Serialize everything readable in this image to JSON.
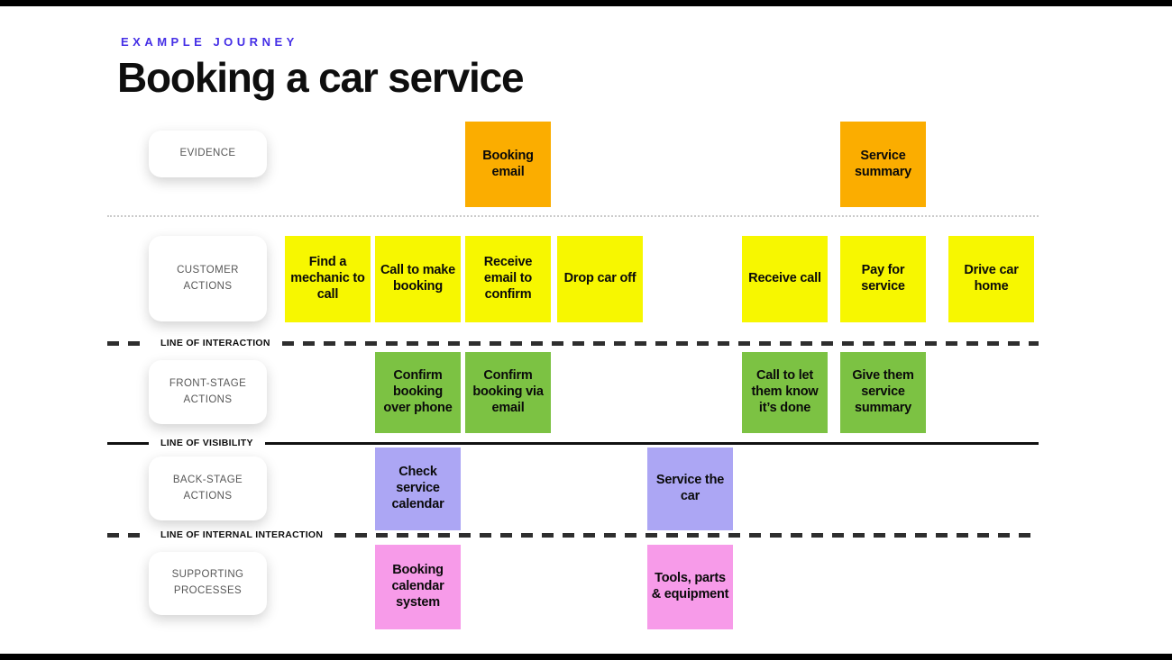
{
  "header": {
    "kicker": "EXAMPLE JOURNEY",
    "title": "Booking a car service"
  },
  "colors": {
    "kicker": "#452FE6",
    "evidence_note": "#FBAD00",
    "customer_note": "#F7F700",
    "frontstage_note": "#7CC243",
    "backstage_note": "#ACA6F4",
    "supporting_note": "#F79BE9",
    "line_dark": "#2E2E2E",
    "separator_dotted": "#CBCBCB",
    "label_text": "#575757"
  },
  "row_labels": [
    {
      "id": "evidence",
      "label": "EVIDENCE"
    },
    {
      "id": "customer",
      "label": "CUSTOMER ACTIONS"
    },
    {
      "id": "frontstage",
      "label": "FRONT-STAGE ACTIONS"
    },
    {
      "id": "backstage",
      "label": "BACK-STAGE ACTIONS"
    },
    {
      "id": "supporting",
      "label": "SUPPORTING PROCESSES"
    }
  ],
  "separators": [
    {
      "id": "evidence",
      "label": "",
      "style": "dotted"
    },
    {
      "id": "interaction",
      "label": "LINE OF INTERACTION",
      "style": "dashed"
    },
    {
      "id": "visibility",
      "label": "LINE OF VISIBILITY",
      "style": "solid"
    },
    {
      "id": "internal",
      "label": "LINE OF INTERNAL INTERACTION",
      "style": "dashed"
    }
  ],
  "notes": [
    {
      "row": "evidence",
      "col": 3,
      "text": "Booking email"
    },
    {
      "row": "evidence",
      "col": 7,
      "text": "Service summary"
    },
    {
      "row": "customer",
      "col": 1,
      "text": "Find a mechanic to call"
    },
    {
      "row": "customer",
      "col": 2,
      "text": "Call to make booking"
    },
    {
      "row": "customer",
      "col": 3,
      "text": "Receive email to confirm"
    },
    {
      "row": "customer",
      "col": 4,
      "text": "Drop car off"
    },
    {
      "row": "customer",
      "col": 6,
      "text": "Receive call"
    },
    {
      "row": "customer",
      "col": 7,
      "text": "Pay for service"
    },
    {
      "row": "customer",
      "col": 8,
      "text": "Drive car home"
    },
    {
      "row": "frontstage",
      "col": 2,
      "text": "Confirm booking over phone"
    },
    {
      "row": "frontstage",
      "col": 3,
      "text": "Confirm booking via email"
    },
    {
      "row": "frontstage",
      "col": 6,
      "text": "Call to let them know it’s done"
    },
    {
      "row": "frontstage",
      "col": 7,
      "text": "Give them service summary"
    },
    {
      "row": "backstage",
      "col": 2,
      "text": "Check service calendar"
    },
    {
      "row": "backstage",
      "col": 5,
      "text": "Service the car"
    },
    {
      "row": "supporting",
      "col": 2,
      "text": "Booking calendar system"
    },
    {
      "row": "supporting",
      "col": 5,
      "text": "Tools, parts & equipment"
    }
  ]
}
